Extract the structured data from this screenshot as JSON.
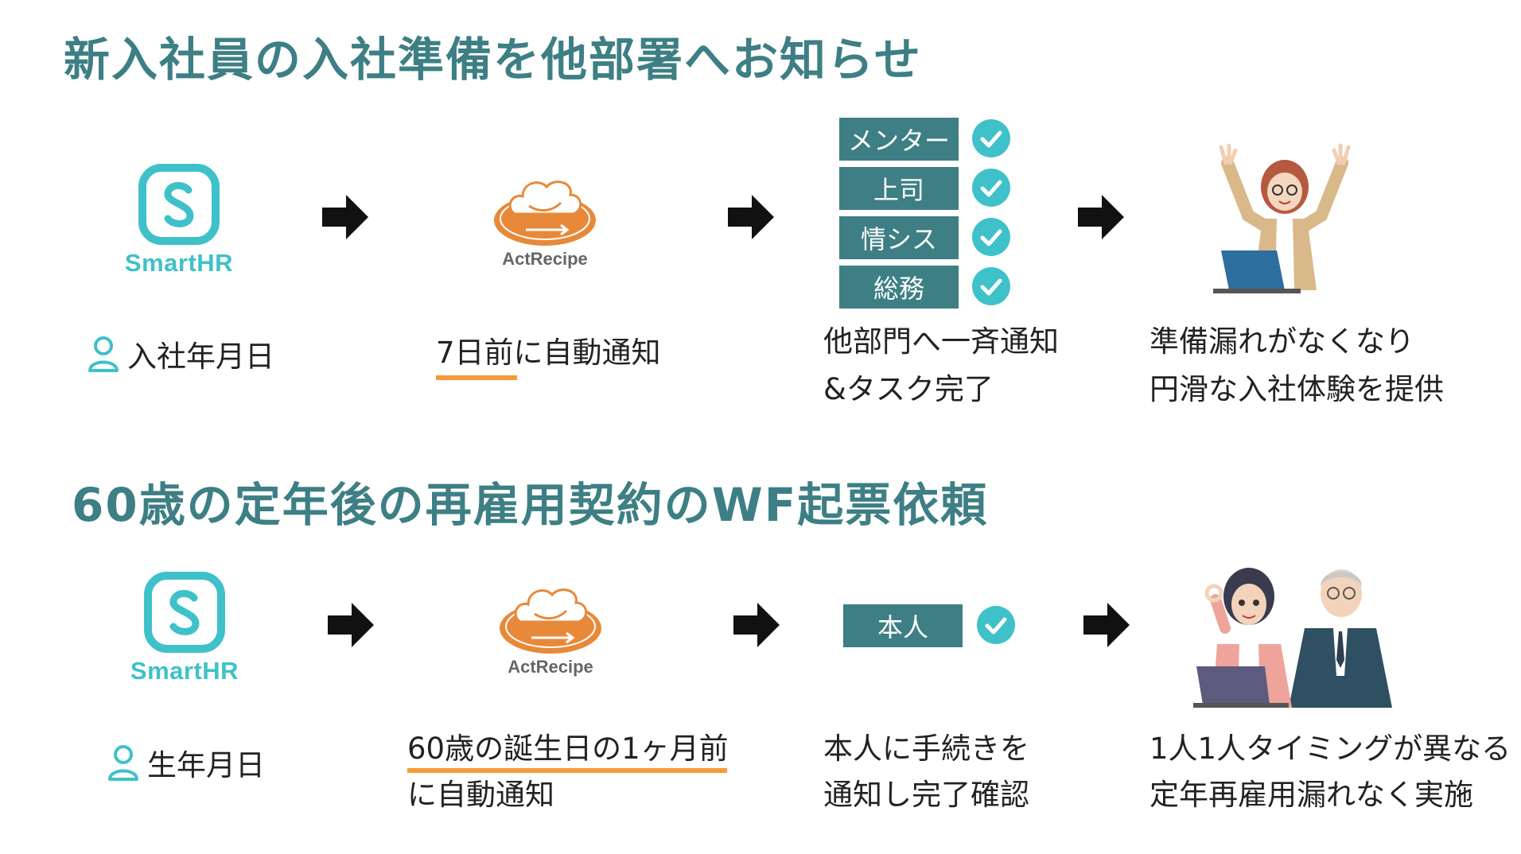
{
  "section1": {
    "title": "新入社員の入社準備を他部署へお知らせ",
    "source_logo_text": "SmartHR",
    "source_label": "入社年月日",
    "actrecipe_logo_text": "ActRecipe",
    "trigger_text": "7日前に自動通知",
    "tasks": [
      "メンター",
      "上司",
      "情シス",
      "総務"
    ],
    "action_lines": [
      "他部門へ一斉通知",
      "&タスク完了"
    ],
    "result_lines": [
      "準備漏れがなくなり",
      "円滑な入社体験を提供"
    ]
  },
  "section2": {
    "title": "60歳の定年後の再雇用契約のWF起票依頼",
    "source_logo_text": "SmartHR",
    "source_label": "生年月日",
    "actrecipe_logo_text": "ActRecipe",
    "trigger_lines": [
      "60歳の誕生日の1ヶ月前",
      "に自動通知"
    ],
    "tasks": [
      "本人"
    ],
    "action_lines": [
      "本人に手続きを",
      "通知し完了確認"
    ],
    "result_lines": [
      "1人1人タイミングが異なる",
      "定年再雇用漏れなく実施"
    ]
  },
  "colors": {
    "title": "#3d7f84",
    "task_bg": "#3d7f84",
    "check": "#3fc1c9",
    "smarthr": "#3fc1c9",
    "accent_orange": "#f39c38",
    "actrecipe": "#e8893a"
  },
  "icons": [
    "smarthr-logo-icon",
    "actrecipe-logo-icon",
    "arrow-right-icon",
    "person-icon",
    "check-circle-icon"
  ]
}
